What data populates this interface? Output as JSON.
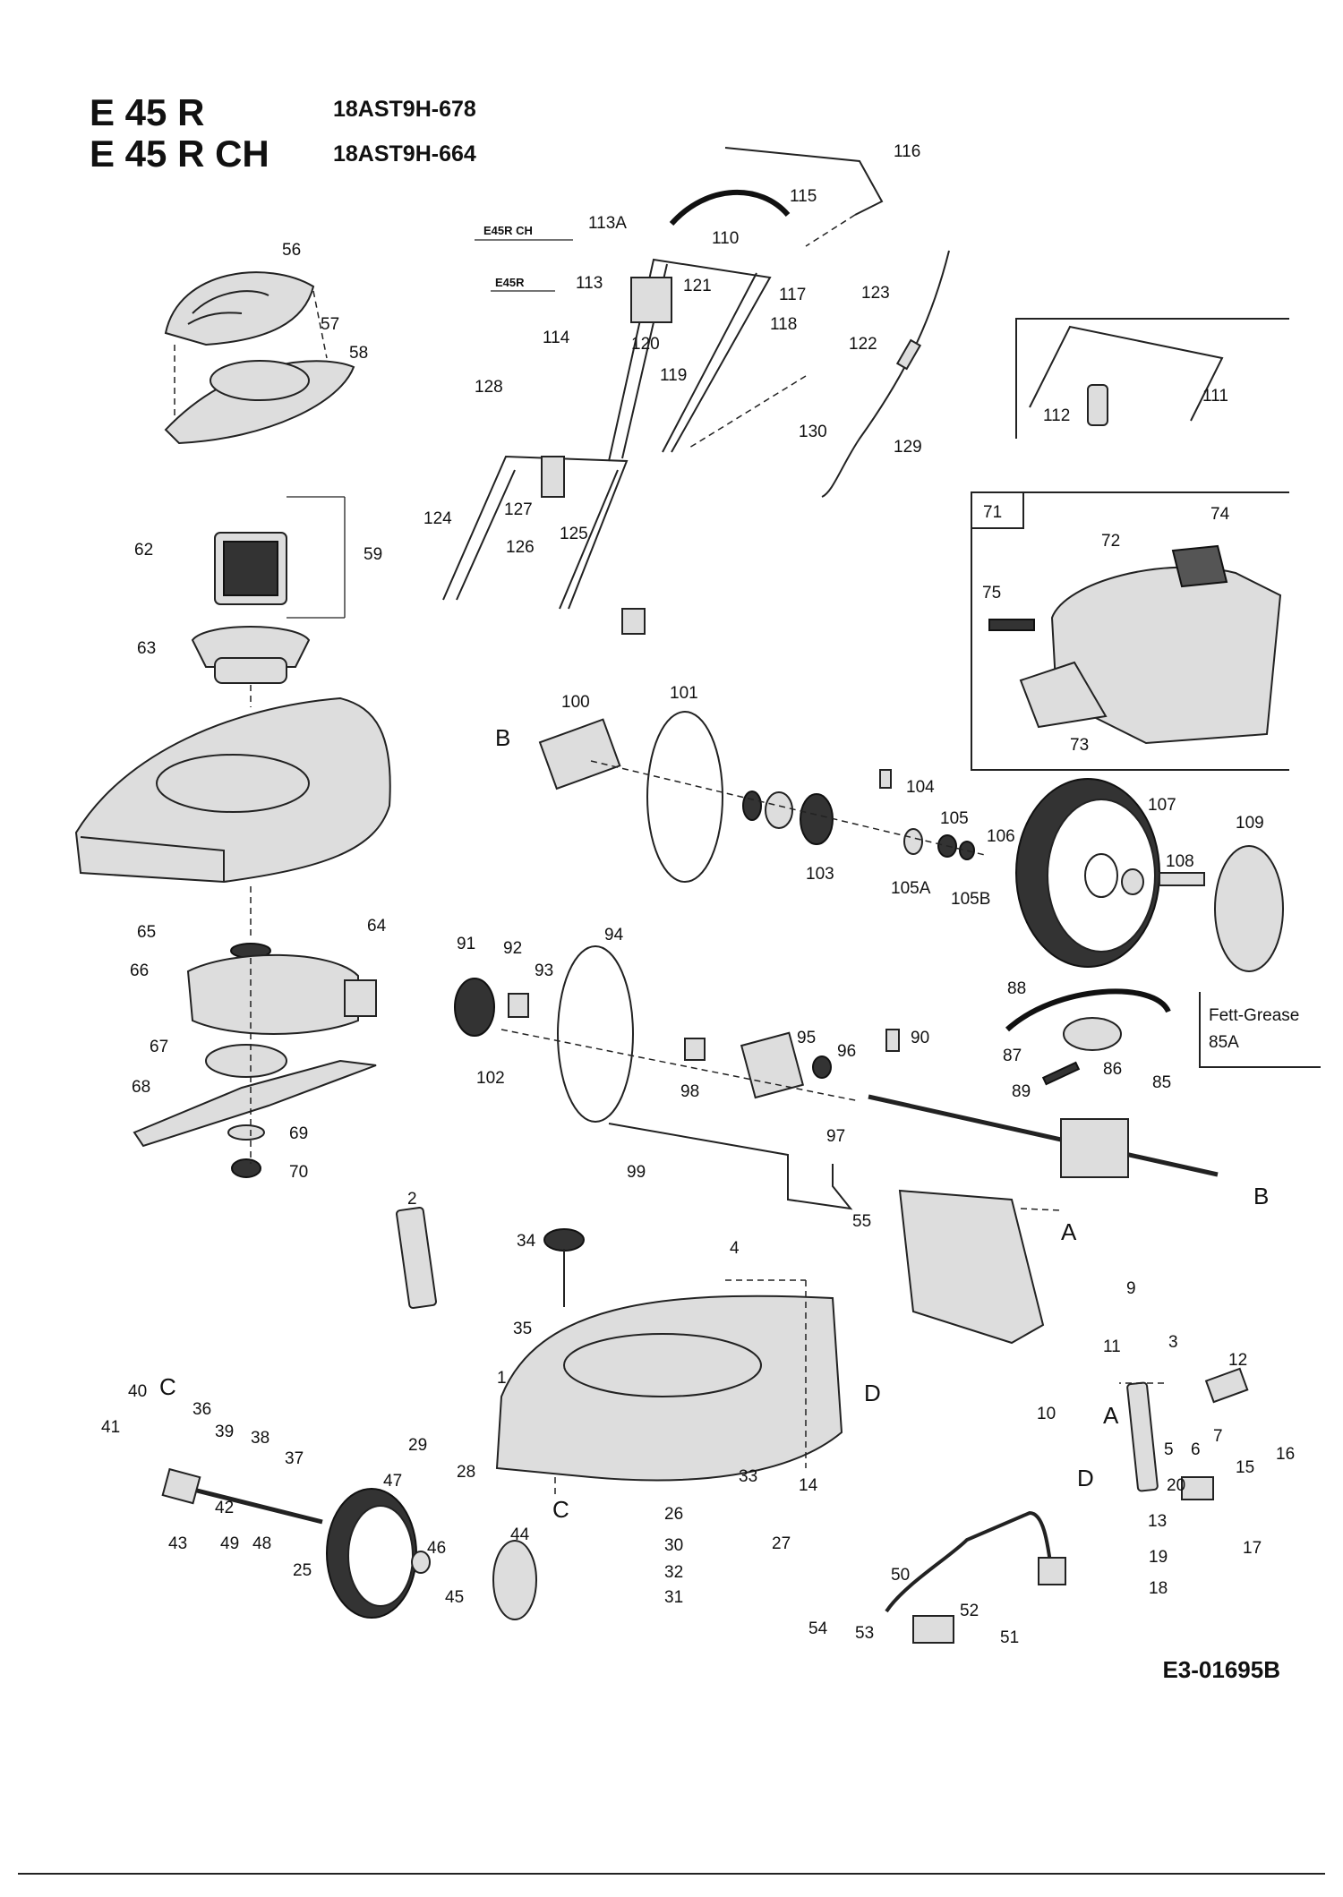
{
  "header": {
    "model_1": "E 45 R",
    "model_2": "E 45 R CH",
    "code_1": "18AST9H-678",
    "code_2": "18AST9H-664",
    "variant_1": "E45R CH",
    "variant_2": "E45R"
  },
  "reference": "E3-01695B",
  "grease_note": {
    "line_1": "Fett-Grease",
    "line_2": "85A"
  },
  "box_71": "71",
  "markers": [
    "A",
    "B",
    "C",
    "D"
  ],
  "callouts": [
    "1",
    "2",
    "3",
    "4",
    "5",
    "6",
    "7",
    "9",
    "10",
    "11",
    "12",
    "13",
    "14",
    "15",
    "16",
    "17",
    "18",
    "19",
    "20",
    "25",
    "26",
    "27",
    "28",
    "29",
    "30",
    "31",
    "32",
    "33",
    "34",
    "35",
    "36",
    "37",
    "38",
    "39",
    "40",
    "41",
    "42",
    "43",
    "44",
    "45",
    "46",
    "47",
    "48",
    "49",
    "50",
    "51",
    "52",
    "53",
    "54",
    "55",
    "56",
    "57",
    "58",
    "59",
    "62",
    "63",
    "64",
    "65",
    "66",
    "67",
    "68",
    "69",
    "70",
    "72",
    "73",
    "74",
    "75",
    "85",
    "86",
    "87",
    "88",
    "89",
    "90",
    "91",
    "92",
    "93",
    "94",
    "95",
    "96",
    "97",
    "98",
    "99",
    "100",
    "101",
    "102",
    "103",
    "104",
    "105",
    "105A",
    "105B",
    "106",
    "107",
    "108",
    "109",
    "110",
    "111",
    "112",
    "113",
    "113A",
    "114",
    "115",
    "116",
    "117",
    "118",
    "119",
    "120",
    "121",
    "122",
    "123",
    "124",
    "125",
    "126",
    "127",
    "128",
    "129",
    "130"
  ]
}
